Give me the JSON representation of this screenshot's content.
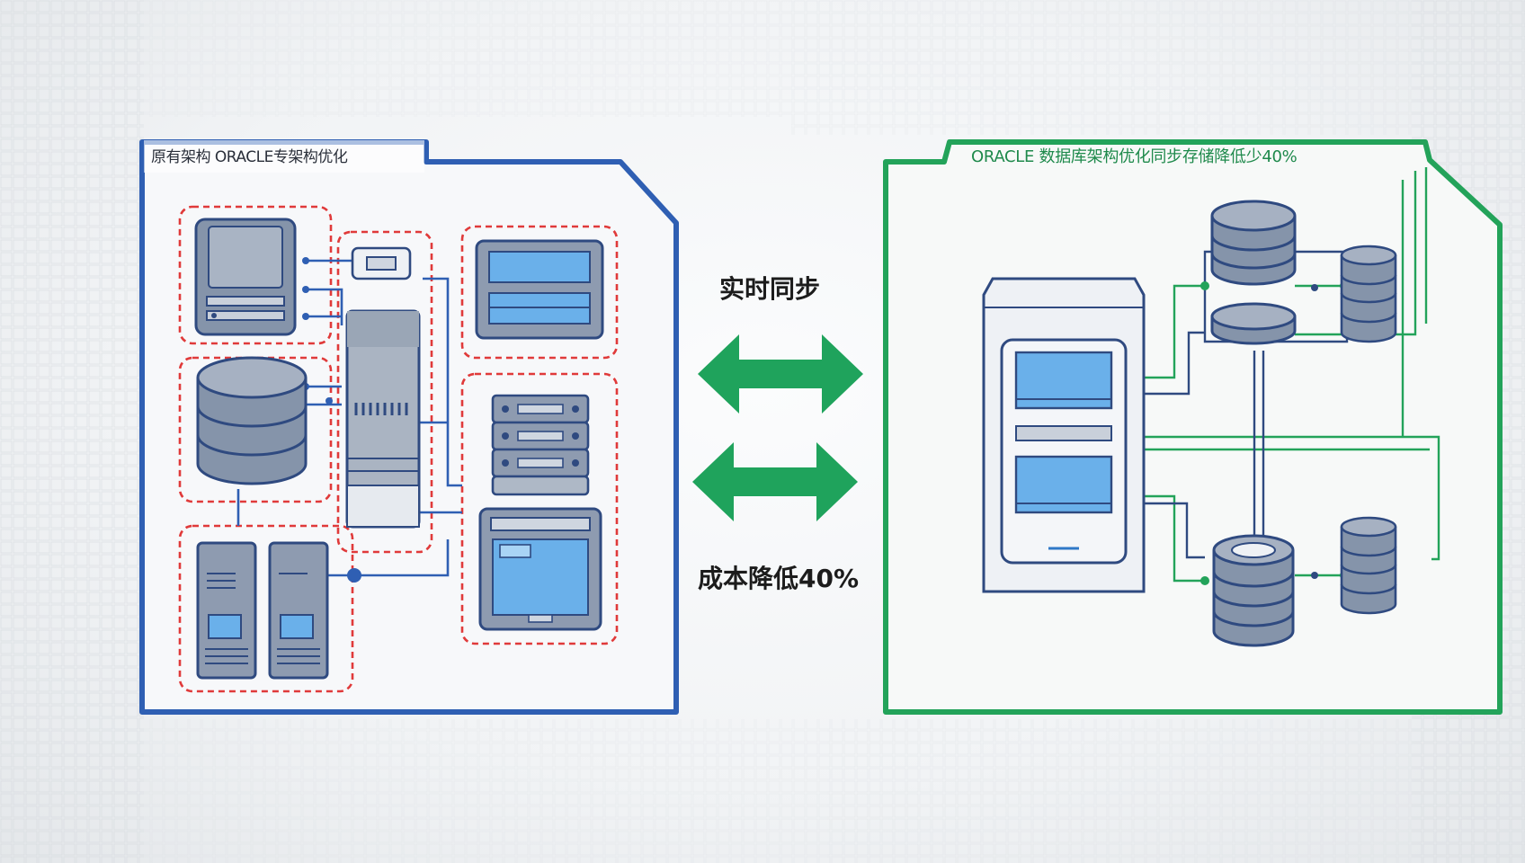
{
  "left_panel": {
    "title": "原有架构 ORACLE专架构优化",
    "border_color": "#2f5fb3",
    "highlight_color": "#e03a3a"
  },
  "right_panel": {
    "title": "ORACLE 数据库架构优化同步存储降低少40%",
    "border_color": "#23a35a"
  },
  "center": {
    "sync_label": "实时同步",
    "cost_label": "成本降低40%",
    "arrow_color": "#1fa35c"
  },
  "icons": {
    "left": [
      "server-icon",
      "hardware-module-icon",
      "rack-server-icon",
      "monitor-icon",
      "database-icon",
      "switch-icon",
      "desktop-computer-icon",
      "storage-unit-icon"
    ],
    "right": [
      "application-server-icon",
      "database-icon",
      "database-cluster-icon"
    ]
  }
}
